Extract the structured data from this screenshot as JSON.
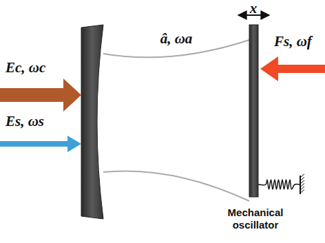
{
  "diagram": {
    "labels": [
      "Ec, ωc",
      "Es, ωs",
      "â, ωa",
      "Fs, ωf",
      "x",
      "Mechanical oscillator"
    ]
  }
}
